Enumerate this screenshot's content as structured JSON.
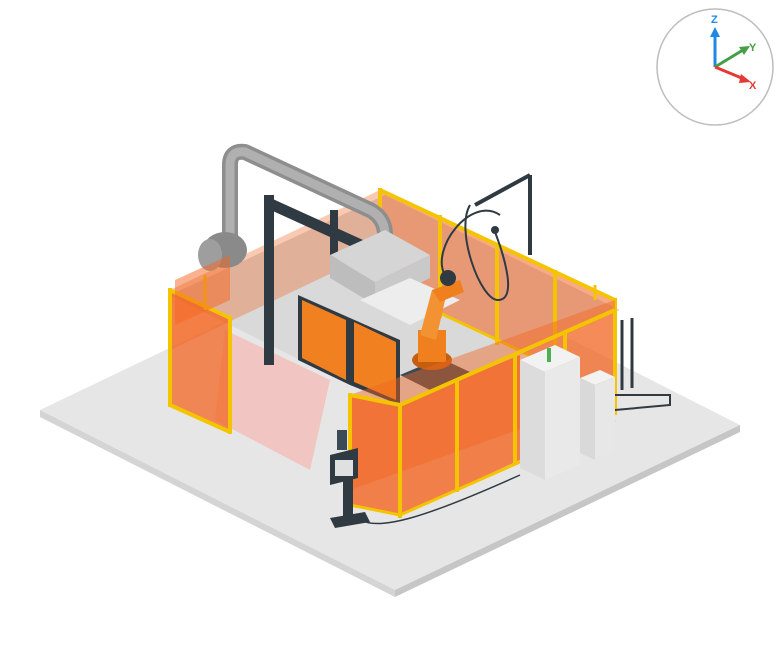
{
  "viewer": {
    "background": "#ffffff",
    "axis_gizmo": {
      "x_label": "X",
      "y_label": "Y",
      "z_label": "Z",
      "x_color": "#e53935",
      "y_color": "#43a047",
      "z_color": "#1e88e5"
    }
  },
  "scene": {
    "colors": {
      "floor": "#e6e6e6",
      "floor_edge": "#cfcfcf",
      "fence_post": "#f5c400",
      "fence_panel": "#f26522",
      "robot": "#f07f1e",
      "duct": "#9a9a9a",
      "frame": "#2f3a42",
      "cabinet": "#e9e9e9",
      "hood": "#c9c9c9"
    },
    "icons": [
      "axis-gizmo-icon"
    ]
  }
}
